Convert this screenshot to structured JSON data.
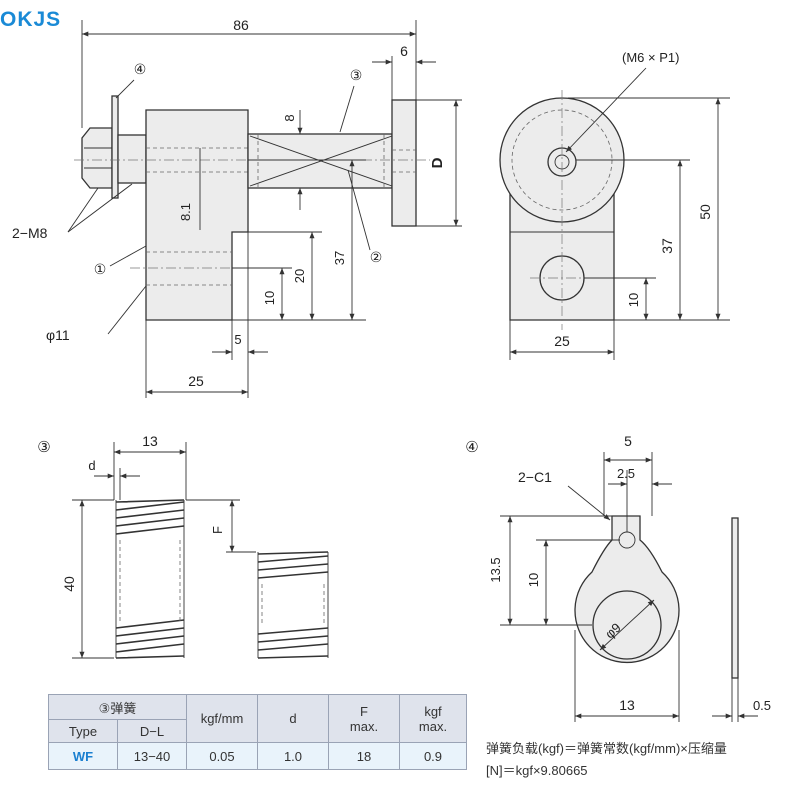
{
  "brand": "OKJS",
  "labels": {
    "len_86": "86",
    "len_6": "6",
    "m6p1": "(M6 × P1)",
    "mark_1": "①",
    "mark_2": "②",
    "mark_3": "③",
    "mark_4": "④",
    "len_8": "8",
    "d_big": "D",
    "len_8_1": "8.1",
    "m8": "2−M8",
    "len_37": "37",
    "len_20": "20",
    "len_10": "10",
    "phi11": "φ11",
    "len_5": "5",
    "len_25": "25",
    "len_50": "50",
    "s_13": "13",
    "s_d": "d",
    "s_f": "F",
    "s_40": "40",
    "w_5": "5",
    "w_c1": "2−C1",
    "w_2_5": "2.5",
    "w_13_5": "13.5",
    "w_10": "10",
    "w_phi9": "φ9",
    "w_13": "13",
    "w_0_5": "0.5"
  },
  "table": {
    "group_header": "③弹簧",
    "col_type": "Type",
    "col_dl": "D−L",
    "col_kgfmm": "kgf/mm",
    "col_d": "d",
    "col_f": "F\nmax.",
    "col_kgf": "kgf\nmax.",
    "row": {
      "type": "WF",
      "dl": "13−40",
      "kgfmm": "0.05",
      "d": "1.0",
      "f": "18",
      "kgf": "0.9"
    }
  },
  "note": {
    "line1": "弹簧负载(kgf)＝弹簧常数(kgf/mm)×压缩量",
    "line2": "[N]＝kgf×9.80665"
  },
  "colors": {
    "brand": "#1a8ad6",
    "header_bg": "#dfe3ec",
    "row_bg": "#e9f3fb",
    "accent": "#1a7fd0"
  }
}
